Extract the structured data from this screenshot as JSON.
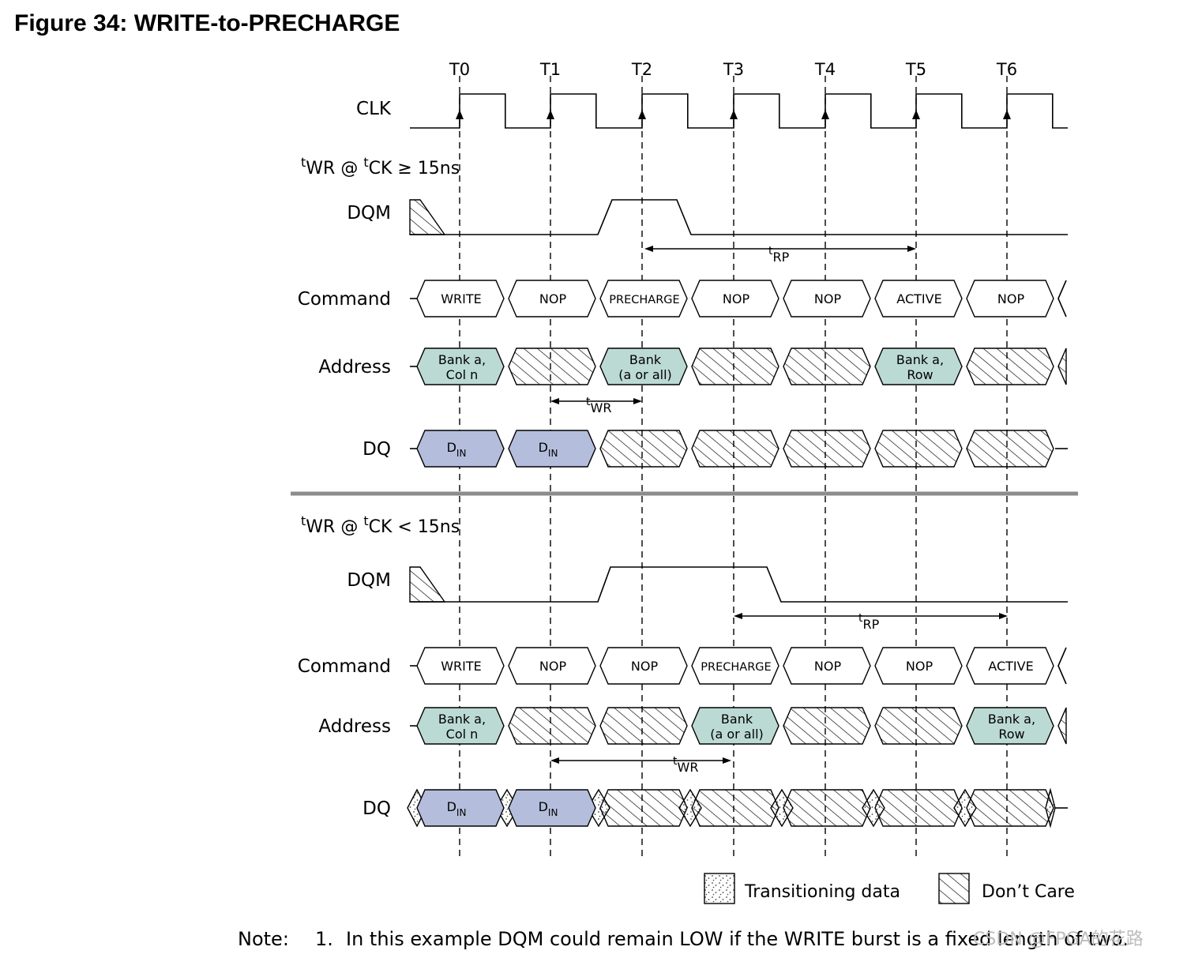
{
  "title": "Figure 34: WRITE-to-PRECHARGE",
  "clock_labels": [
    "T0",
    "T1",
    "T2",
    "T3",
    "T4",
    "T5",
    "T6"
  ],
  "signal_labels": {
    "clk": "CLK",
    "dqm": "DQM",
    "command": "Command",
    "address": "Address",
    "dq": "DQ"
  },
  "sections": [
    {
      "condition": {
        "sup1": "t",
        "a": "WR @ ",
        "sup2": "t",
        "b": "CK ≥ 15ns"
      },
      "commands": [
        "WRITE",
        "NOP",
        "PRECHARGE",
        "NOP",
        "NOP",
        "ACTIVE",
        "NOP"
      ],
      "address": [
        {
          "type": "valid",
          "lines": [
            "Bank a,",
            "Col n"
          ]
        },
        {
          "type": "dontcare"
        },
        {
          "type": "valid",
          "lines": [
            "Bank",
            "(a or all)"
          ]
        },
        {
          "type": "dontcare"
        },
        {
          "type": "dontcare"
        },
        {
          "type": "valid",
          "lines": [
            "Bank a,",
            "Row"
          ]
        },
        {
          "type": "dontcare"
        }
      ],
      "dq": [
        {
          "type": "data",
          "main": "D",
          "sub": "IN"
        },
        {
          "type": "data",
          "main": "D",
          "sub": "IN"
        },
        {
          "type": "dontcare"
        },
        {
          "type": "dontcare"
        },
        {
          "type": "dontcare"
        },
        {
          "type": "dontcare"
        },
        {
          "type": "dontcare"
        }
      ],
      "twr": {
        "sup": "t",
        "sub": "WR"
      },
      "trp": {
        "sup": "t",
        "sub": "RP"
      }
    },
    {
      "condition": {
        "sup1": "t",
        "a": "WR @ ",
        "sup2": "t",
        "b": "CK < 15ns"
      },
      "commands": [
        "WRITE",
        "NOP",
        "NOP",
        "PRECHARGE",
        "NOP",
        "NOP",
        "ACTIVE"
      ],
      "address": [
        {
          "type": "valid",
          "lines": [
            "Bank a,",
            "Col n"
          ]
        },
        {
          "type": "dontcare"
        },
        {
          "type": "dontcare"
        },
        {
          "type": "valid",
          "lines": [
            "Bank",
            "(a or all)"
          ]
        },
        {
          "type": "dontcare"
        },
        {
          "type": "dontcare"
        },
        {
          "type": "valid",
          "lines": [
            "Bank a,",
            "Row"
          ]
        }
      ],
      "dq": [
        {
          "type": "data",
          "main": "D",
          "sub": "IN"
        },
        {
          "type": "data",
          "main": "D",
          "sub": "IN"
        },
        {
          "type": "dontcare"
        },
        {
          "type": "dontcare"
        },
        {
          "type": "dontcare"
        },
        {
          "type": "dontcare"
        },
        {
          "type": "dontcare"
        }
      ],
      "twr": {
        "sup": "t",
        "sub": "WR"
      },
      "trp": {
        "sup": "t",
        "sub": "RP"
      }
    }
  ],
  "legend": {
    "transitioning": "Transitioning data",
    "dontcare": "Don’t Care"
  },
  "note": {
    "label": "Note:",
    "number": "1.",
    "text": "In this example DQM could remain LOW if the WRITE burst is a fixed length of two."
  },
  "watermark": "CSDN @FPGA的花路",
  "colors": {
    "valid_fill": "#bcdad4",
    "data_fill": "#b4bedc",
    "separator": "#8c8c8c"
  }
}
